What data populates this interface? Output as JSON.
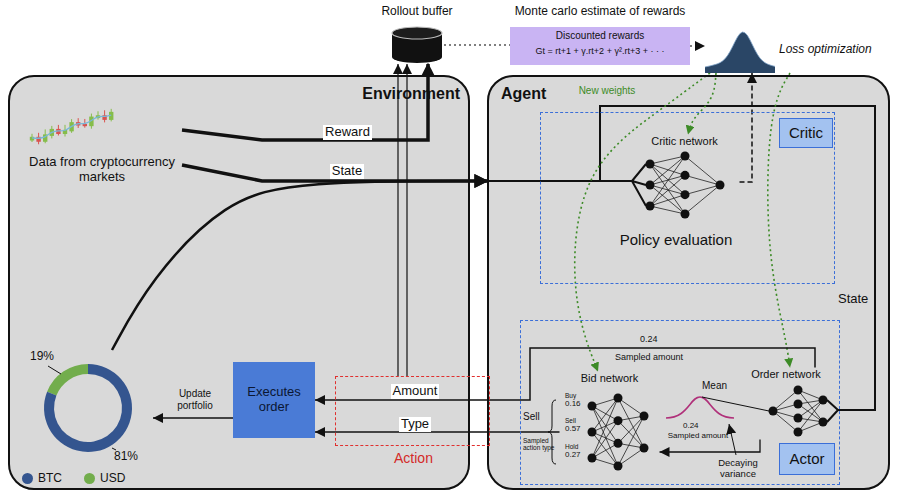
{
  "diagram": {
    "nodes": [
      {
        "text": [
          "Environment"
        ]
      },
      {
        "text": [
          "Agent"
        ]
      },
      {
        "text": [
          "Rollout buffer"
        ]
      },
      {
        "text": [
          "Monte carlo estimate of rewards",
          "Discounted rewards",
          "Gt = rt+1 + γ.rt+2 + γ².rt+3 + · · ·"
        ]
      },
      {
        "text": [
          "Data from cryptocurrency markets"
        ],
        "in": 0
      },
      {
        "text": [
          "19%",
          "81%"
        ],
        "in": 0
      },
      {
        "text": [
          "Executes order"
        ],
        "in": 0
      },
      {
        "text": [
          "Action"
        ]
      },
      {
        "text": [
          "Loss optimization"
        ]
      },
      {
        "text": [
          "Critic",
          "Policy evaluation"
        ],
        "in": 1
      },
      {
        "text": [
          "Critic network"
        ],
        "in": 9
      },
      {
        "text": [
          "Actor"
        ],
        "in": 1
      },
      {
        "text": [
          "Bid network"
        ],
        "in": 11
      },
      {
        "text": [
          "Order network"
        ],
        "in": 11
      }
    ],
    "edges": [
      {
        "from": 4,
        "to": 2,
        "arrow": "to",
        "label": "Reward"
      },
      {
        "from": 4,
        "to": 1,
        "arrow": "to",
        "label": "State"
      },
      {
        "from": 5,
        "to": 1,
        "arrow": "to"
      },
      {
        "from": 7,
        "to": 2,
        "arrow": "to"
      },
      {
        "from": 7,
        "to": 2,
        "arrow": "to"
      },
      {
        "from": 2,
        "to": 3,
        "arrow": "none"
      },
      {
        "from": 3,
        "to": 8,
        "arrow": "to"
      },
      {
        "from": 10,
        "to": 8,
        "arrow": "to"
      },
      {
        "from": 8,
        "to": 10,
        "arrow": "to",
        "label": "New weights"
      },
      {
        "from": 8,
        "to": 12,
        "arrow": "to"
      },
      {
        "from": 8,
        "to": 13,
        "arrow": "to"
      },
      {
        "from": 13,
        "to": 6,
        "arrow": "to",
        "label": "Amount"
      },
      {
        "from": 12,
        "to": 6,
        "arrow": "to",
        "label": "Type"
      },
      {
        "from": 13,
        "to": 12,
        "arrow": "to"
      },
      {
        "from": 6,
        "to": 5,
        "arrow": "to",
        "label": "Update portfolio"
      }
    ],
    "labels": [
      "State",
      "0.24",
      "Sampled amount",
      "Mean",
      "0.24",
      "Sampled amount",
      "Decaying variance",
      "Sell",
      "Buy",
      "0.16",
      "Sell",
      "0.57",
      "Hold",
      "0.27",
      "Sampled action type"
    ],
    "legend": [
      {
        "text": "BTC",
        "color": "#34558f"
      },
      {
        "text": "USD",
        "color": "#72ad4c"
      }
    ]
  }
}
